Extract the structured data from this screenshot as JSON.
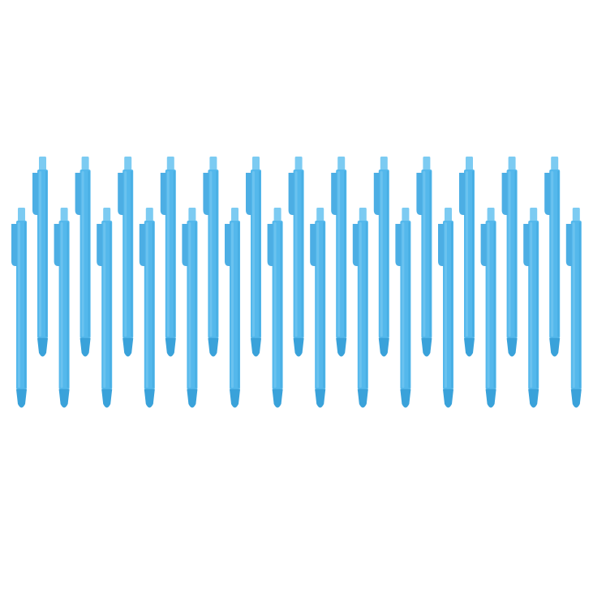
{
  "scene": {
    "background": "#ffffff",
    "subject": "pen-pile",
    "pen_count": 27,
    "rows": [
      {
        "name": "back-row",
        "count": 13
      },
      {
        "name": "front-row",
        "count": 14
      }
    ],
    "colors": {
      "barrel": "#54b8ec",
      "barrel_light": "#7ccbf2",
      "barrel_shade": "#3aa2da",
      "clip": "#4caee4",
      "tip_shade": "#3597cf"
    }
  }
}
